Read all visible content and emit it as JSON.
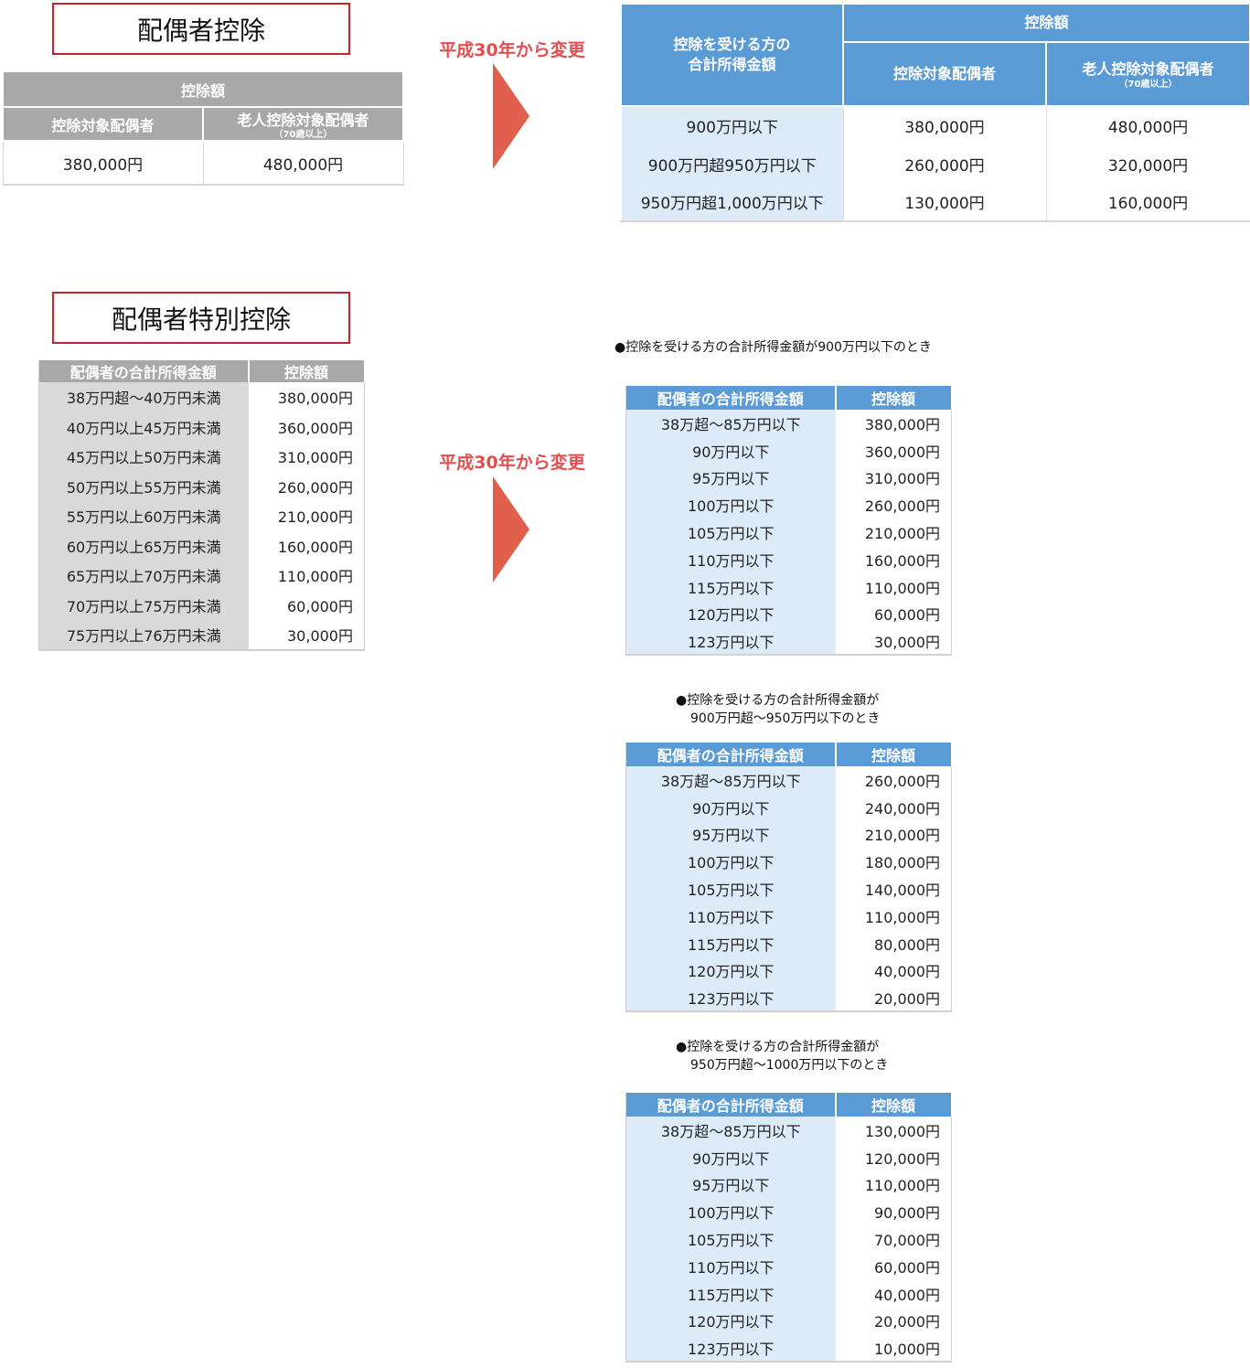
{
  "spouse_deduction": {
    "title": "配偶者控除",
    "old_table": {
      "group_header": "控除額",
      "col1_header": "控除対象配偶者",
      "col2_header": "老人控除対象配偶者",
      "col2_note": "（70歳以上）",
      "col1_value": "380,000円",
      "col2_value": "480,000円"
    },
    "change_label": "平成30年から変更",
    "new_table": {
      "income_header": "控除を受ける方の合計所得金額",
      "group_header": "控除額",
      "col1_header": "控除対象配偶者",
      "col2_header": "老人控除対象配偶者",
      "col2_note": "（70歳以上）",
      "rows": [
        {
          "income": "900万円以下",
          "spouse": "380,000円",
          "elderly": "480,000円"
        },
        {
          "income": "900万円超950万円以下",
          "spouse": "260,000円",
          "elderly": "320,000円"
        },
        {
          "income": "950万円超1,000万円以下",
          "spouse": "130,000円",
          "elderly": "160,000円"
        }
      ]
    }
  },
  "special_deduction": {
    "title": "配偶者特別控除",
    "change_label": "平成30年から変更",
    "old_table": {
      "col1_header": "配偶者の合計所得金額",
      "col2_header": "控除額",
      "rows": [
        {
          "range": "38万円超～40万円未満",
          "amount": "380,000円"
        },
        {
          "range": "40万円以上45万円未満",
          "amount": "360,000円"
        },
        {
          "range": "45万円以上50万円未満",
          "amount": "310,000円"
        },
        {
          "range": "50万円以上55万円未満",
          "amount": "260,000円"
        },
        {
          "range": "55万円以上60万円未満",
          "amount": "210,000円"
        },
        {
          "range": "60万円以上65万円未満",
          "amount": "160,000円"
        },
        {
          "range": "65万円以上70万円未満",
          "amount": "110,000円"
        },
        {
          "range": "70万円以上75万円未満",
          "amount": "60,000円"
        },
        {
          "range": "75万円以上76万円未満",
          "amount": "30,000円"
        }
      ]
    },
    "new_tables": [
      {
        "note_line1": "●控除を受ける方の合計所得金額が900万円以下のとき",
        "note_line2": "",
        "col1_header": "配偶者の合計所得金額",
        "col2_header": "控除額",
        "rows": [
          {
            "range": "38万超～85万円以下",
            "amount": "380,000円"
          },
          {
            "range": "90万円以下",
            "amount": "360,000円"
          },
          {
            "range": "95万円以下",
            "amount": "310,000円"
          },
          {
            "range": "100万円以下",
            "amount": "260,000円"
          },
          {
            "range": "105万円以下",
            "amount": "210,000円"
          },
          {
            "range": "110万円以下",
            "amount": "160,000円"
          },
          {
            "range": "115万円以下",
            "amount": "110,000円"
          },
          {
            "range": "120万円以下",
            "amount": "60,000円"
          },
          {
            "range": "123万円以下",
            "amount": "30,000円"
          }
        ]
      },
      {
        "note_line1": "●控除を受ける方の合計所得金額が",
        "note_line2": "900万円超～950万円以下のとき",
        "col1_header": "配偶者の合計所得金額",
        "col2_header": "控除額",
        "rows": [
          {
            "range": "38万超～85万円以下",
            "amount": "260,000円"
          },
          {
            "range": "90万円以下",
            "amount": "240,000円"
          },
          {
            "range": "95万円以下",
            "amount": "210,000円"
          },
          {
            "range": "100万円以下",
            "amount": "180,000円"
          },
          {
            "range": "105万円以下",
            "amount": "140,000円"
          },
          {
            "range": "110万円以下",
            "amount": "110,000円"
          },
          {
            "range": "115万円以下",
            "amount": "80,000円"
          },
          {
            "range": "120万円以下",
            "amount": "40,000円"
          },
          {
            "range": "123万円以下",
            "amount": "20,000円"
          }
        ]
      },
      {
        "note_line1": "●控除を受ける方の合計所得金額が",
        "note_line2": "950万円超～1000万円以下のとき",
        "col1_header": "配偶者の合計所得金額",
        "col2_header": "控除額",
        "rows": [
          {
            "range": "38万超～85万円以下",
            "amount": "130,000円"
          },
          {
            "range": "90万円以下",
            "amount": "120,000円"
          },
          {
            "range": "95万円以下",
            "amount": "110,000円"
          },
          {
            "range": "100万円以下",
            "amount": "90,000円"
          },
          {
            "range": "105万円以下",
            "amount": "70,000円"
          },
          {
            "range": "110万円以下",
            "amount": "60,000円"
          },
          {
            "range": "115万円以下",
            "amount": "40,000円"
          },
          {
            "range": "120万円以下",
            "amount": "20,000円"
          },
          {
            "range": "123万円以下",
            "amount": "10,000円"
          }
        ]
      }
    ]
  }
}
